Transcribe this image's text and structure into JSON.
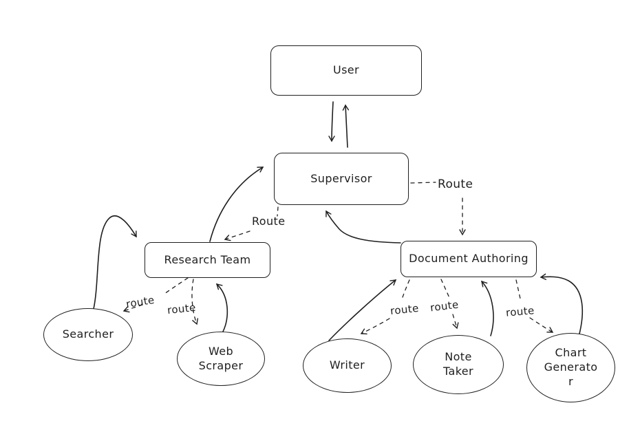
{
  "diagram": {
    "type": "flow-diagram",
    "style": "hand-drawn",
    "colors": {
      "stroke": "#1e1e1e",
      "background": "#ffffff"
    },
    "nodes": {
      "user": {
        "label": "User",
        "shape": "rectangle"
      },
      "supervisor": {
        "label": "Supervisor",
        "shape": "rectangle"
      },
      "research_team": {
        "label": "Research Team",
        "shape": "rectangle"
      },
      "document_authoring": {
        "label": "Document Authoring",
        "shape": "rectangle"
      },
      "searcher": {
        "label": "Searcher",
        "shape": "ellipse"
      },
      "web_scraper": {
        "label": "Web\nScraper",
        "shape": "ellipse"
      },
      "writer": {
        "label": "Writer",
        "shape": "ellipse"
      },
      "note_taker": {
        "label": "Note\nTaker",
        "shape": "ellipse"
      },
      "chart_generator": {
        "label": "Chart\nGenerato\nr",
        "shape": "ellipse"
      }
    },
    "edge_labels": {
      "supervisor_to_research_team": "Route",
      "supervisor_to_document_authoring": "Route",
      "research_team_to_searcher": "route",
      "research_team_to_web_scraper": "route",
      "document_authoring_to_writer": "route",
      "document_authoring_to_note_taker": "route",
      "document_authoring_to_chart_generator": "route"
    },
    "edges": [
      {
        "from": "user",
        "to": "supervisor",
        "style": "solid"
      },
      {
        "from": "supervisor",
        "to": "user",
        "style": "solid"
      },
      {
        "from": "supervisor",
        "to": "research_team",
        "style": "dashed",
        "label": "Route"
      },
      {
        "from": "supervisor",
        "to": "document_authoring",
        "style": "dashed",
        "label": "Route"
      },
      {
        "from": "research_team",
        "to": "supervisor",
        "style": "solid"
      },
      {
        "from": "document_authoring",
        "to": "supervisor",
        "style": "solid"
      },
      {
        "from": "research_team",
        "to": "searcher",
        "style": "dashed",
        "label": "route"
      },
      {
        "from": "research_team",
        "to": "web_scraper",
        "style": "dashed",
        "label": "route"
      },
      {
        "from": "searcher",
        "to": "research_team",
        "style": "solid"
      },
      {
        "from": "web_scraper",
        "to": "research_team",
        "style": "solid"
      },
      {
        "from": "document_authoring",
        "to": "writer",
        "style": "dashed",
        "label": "route"
      },
      {
        "from": "document_authoring",
        "to": "note_taker",
        "style": "dashed",
        "label": "route"
      },
      {
        "from": "document_authoring",
        "to": "chart_generator",
        "style": "dashed",
        "label": "route"
      },
      {
        "from": "writer",
        "to": "document_authoring",
        "style": "solid"
      },
      {
        "from": "note_taker",
        "to": "document_authoring",
        "style": "solid"
      },
      {
        "from": "chart_generator",
        "to": "document_authoring",
        "style": "solid"
      }
    ]
  }
}
